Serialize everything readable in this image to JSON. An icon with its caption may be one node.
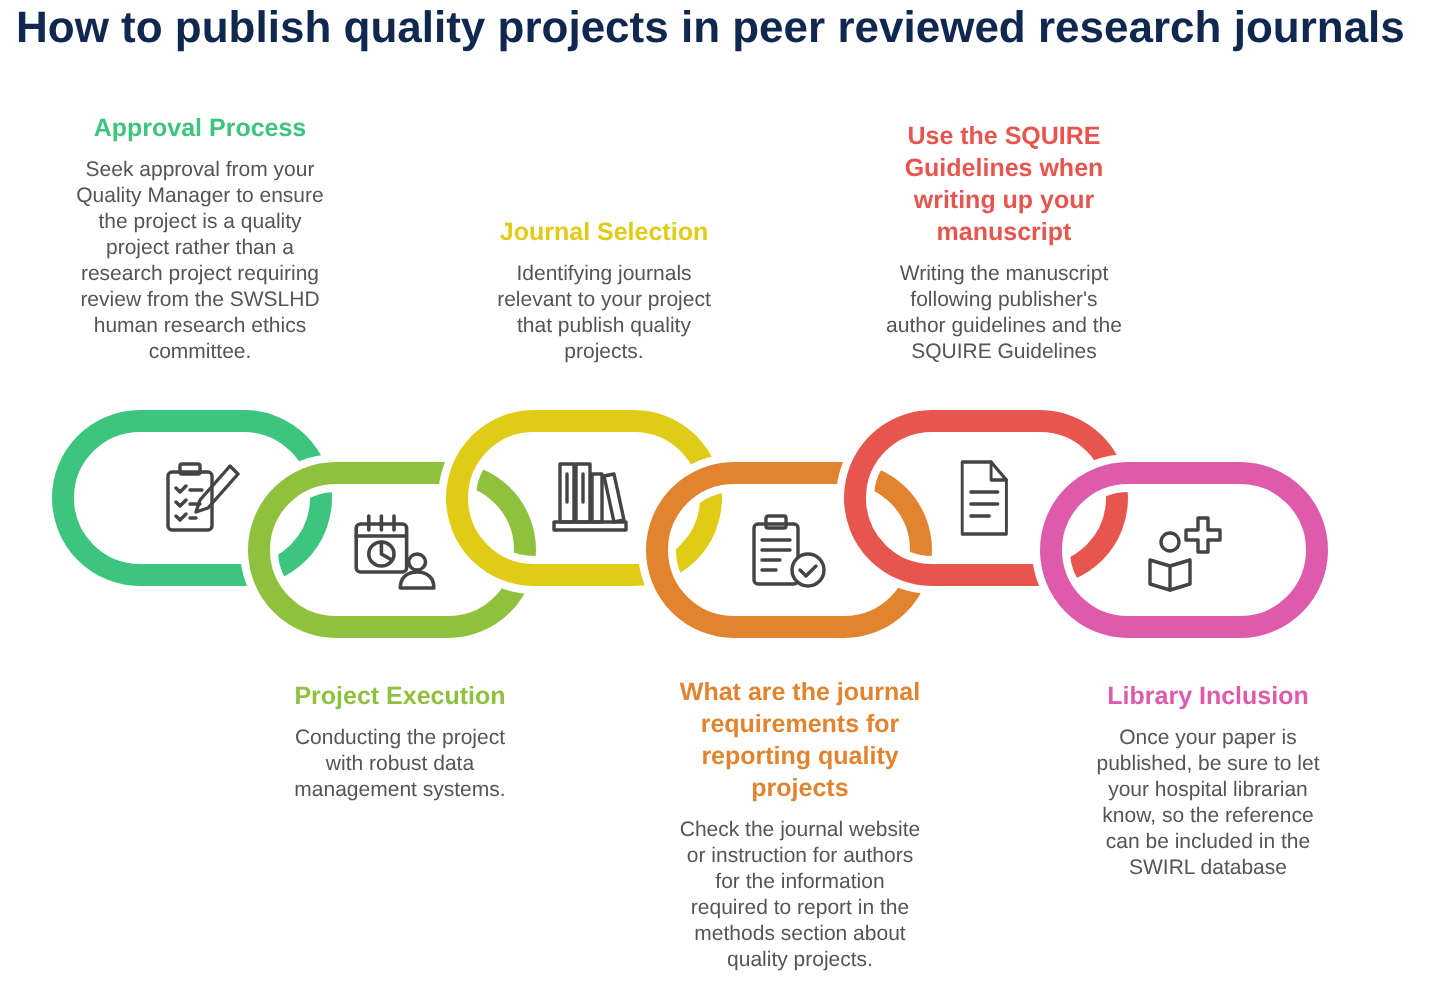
{
  "diagram": {
    "title": "How to publish quality projects in peer reviewed research journals",
    "nodes": [
      {
        "text": [
          "Approval Process",
          "Seek approval from your Quality Manager to ensure the project is a quality project rather than a research project requiring review from the SWSLHD human research ethics committee."
        ]
      },
      {
        "text": [
          "Project Execution",
          "Conducting the project with robust data management systems."
        ]
      },
      {
        "text": [
          "Journal Selection",
          "Identifying journals relevant to your project that publish quality projects."
        ]
      },
      {
        "text": [
          "What are the journal requirements for reporting quality projects",
          "Check the journal website or instruction for authors for the information required to report in the methods section about quality projects."
        ]
      },
      {
        "text": [
          "Use the SQUIRE Guidelines when writing up your manuscript",
          "Writing the manuscript following publisher's author guidelines and the SQUIRE Guidelines"
        ]
      },
      {
        "text": [
          "Library Inclusion",
          "Once your paper is published, be sure to let your hospital librarian know, so the reference can be included in the SWIRL database"
        ]
      }
    ]
  }
}
